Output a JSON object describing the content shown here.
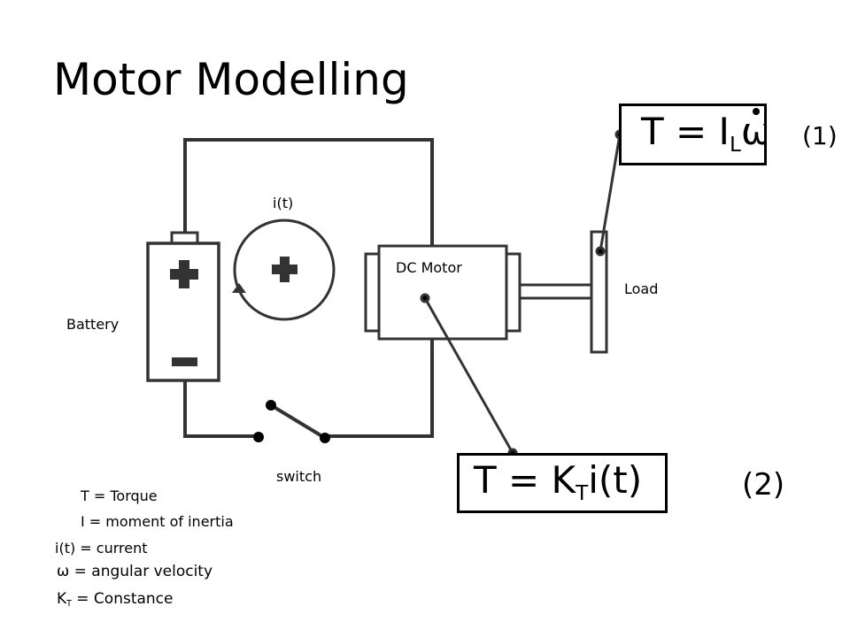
{
  "title": "Motor Modelling",
  "labels": {
    "current": "i(t)",
    "battery": "Battery",
    "dc_motor": "DC Motor",
    "load": "Load",
    "switch": "switch"
  },
  "battery_signs": {
    "plus": "✚",
    "minus": "−"
  },
  "loop_sign": "✚",
  "equations": {
    "eq1": {
      "lhs": "T = I",
      "sub": "L",
      "symbol": "ω",
      "number": "(1)"
    },
    "eq2": {
      "lhs": "T = K",
      "sub": "T",
      "rest": "i(t)",
      "number": "(2)"
    }
  },
  "legend": {
    "torque": "T = Torque",
    "inertia": "I = moment of inertia",
    "current": "i(t) = current",
    "omega_symbol": "ω",
    "omega_text": " = angular velocity",
    "kt_letter": "K",
    "kt_sub": "T",
    "kt_text": " = Constance"
  },
  "colors": {
    "line": "#333333",
    "stroke": "#000000"
  }
}
